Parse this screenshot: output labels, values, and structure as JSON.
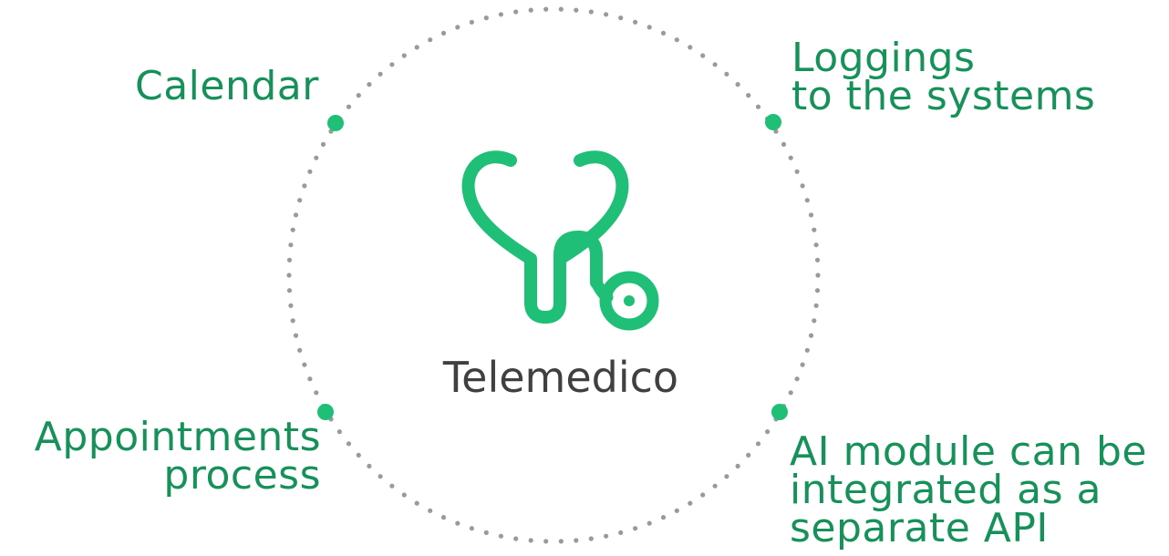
{
  "colors": {
    "accent": "#1fbf78",
    "label_text": "#16915a",
    "ring_dots": "#9a9a9a",
    "title_text": "#404040"
  },
  "center": {
    "icon": "stethoscope-heart-icon",
    "title": "Telemedico"
  },
  "nodes": [
    {
      "id": "calendar",
      "lines": [
        "Calendar"
      ]
    },
    {
      "id": "loggings",
      "lines": [
        "Loggings",
        "to the systems"
      ]
    },
    {
      "id": "appointments",
      "lines": [
        "Appointments",
        "process"
      ]
    },
    {
      "id": "ai",
      "lines": [
        "AI module can be",
        "integrated as a",
        "separate API"
      ]
    }
  ]
}
